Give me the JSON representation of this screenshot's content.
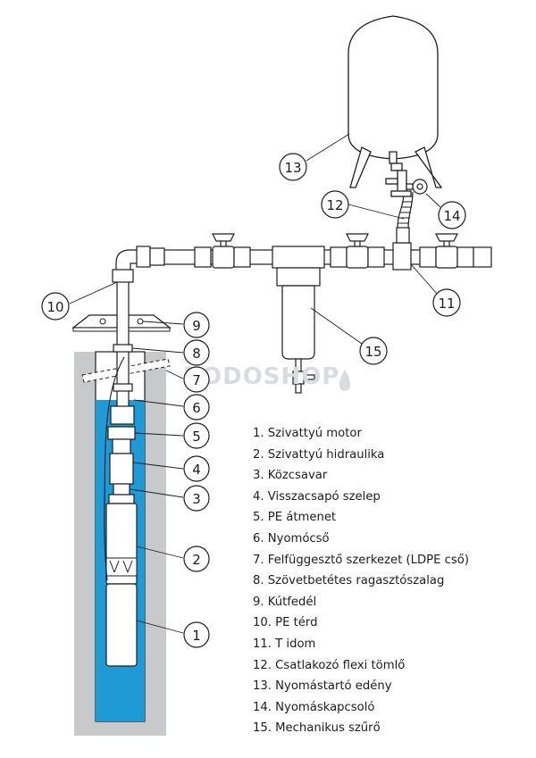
{
  "watermark": "RODOSHOP",
  "legend": [
    {
      "number": "1",
      "text": "1. Szivattyú motor"
    },
    {
      "number": "2",
      "text": "2. Szivattyú hidraulika"
    },
    {
      "number": "3",
      "text": "3. Közcsavar"
    },
    {
      "number": "4",
      "text": "4. Visszacsapó szelep"
    },
    {
      "number": "5",
      "text": "5. PE átmenet"
    },
    {
      "number": "6",
      "text": "6. Nyomócső"
    },
    {
      "number": "7",
      "text": "7. Felfüggesztő szerkezet (LDPE cső)"
    },
    {
      "number": "8",
      "text": "8. Szövetbetétes ragasztószalag"
    },
    {
      "number": "9",
      "text": "9. Kútfedél"
    },
    {
      "number": "10",
      "text": "10. PE térd"
    },
    {
      "number": "11",
      "text": "11. T idom"
    },
    {
      "number": "12",
      "text": "12. Csatlakozó flexi tömlő"
    },
    {
      "number": "13",
      "text": "13. Nyomástartó edény"
    },
    {
      "number": "14",
      "text": "14. Nyomáskapcsoló"
    },
    {
      "number": "15",
      "text": "15. Mechanikus szűrő"
    }
  ],
  "callouts": [
    "1",
    "2",
    "3",
    "4",
    "5",
    "6",
    "7",
    "8",
    "9",
    "10",
    "11",
    "12",
    "13",
    "14",
    "15"
  ],
  "colors": {
    "water": "#1e9ad6",
    "well": "#c8c9cb",
    "line": "#1d1d1b",
    "pipe_fill": "#ffffff",
    "watermark": "#d9dcdf"
  }
}
